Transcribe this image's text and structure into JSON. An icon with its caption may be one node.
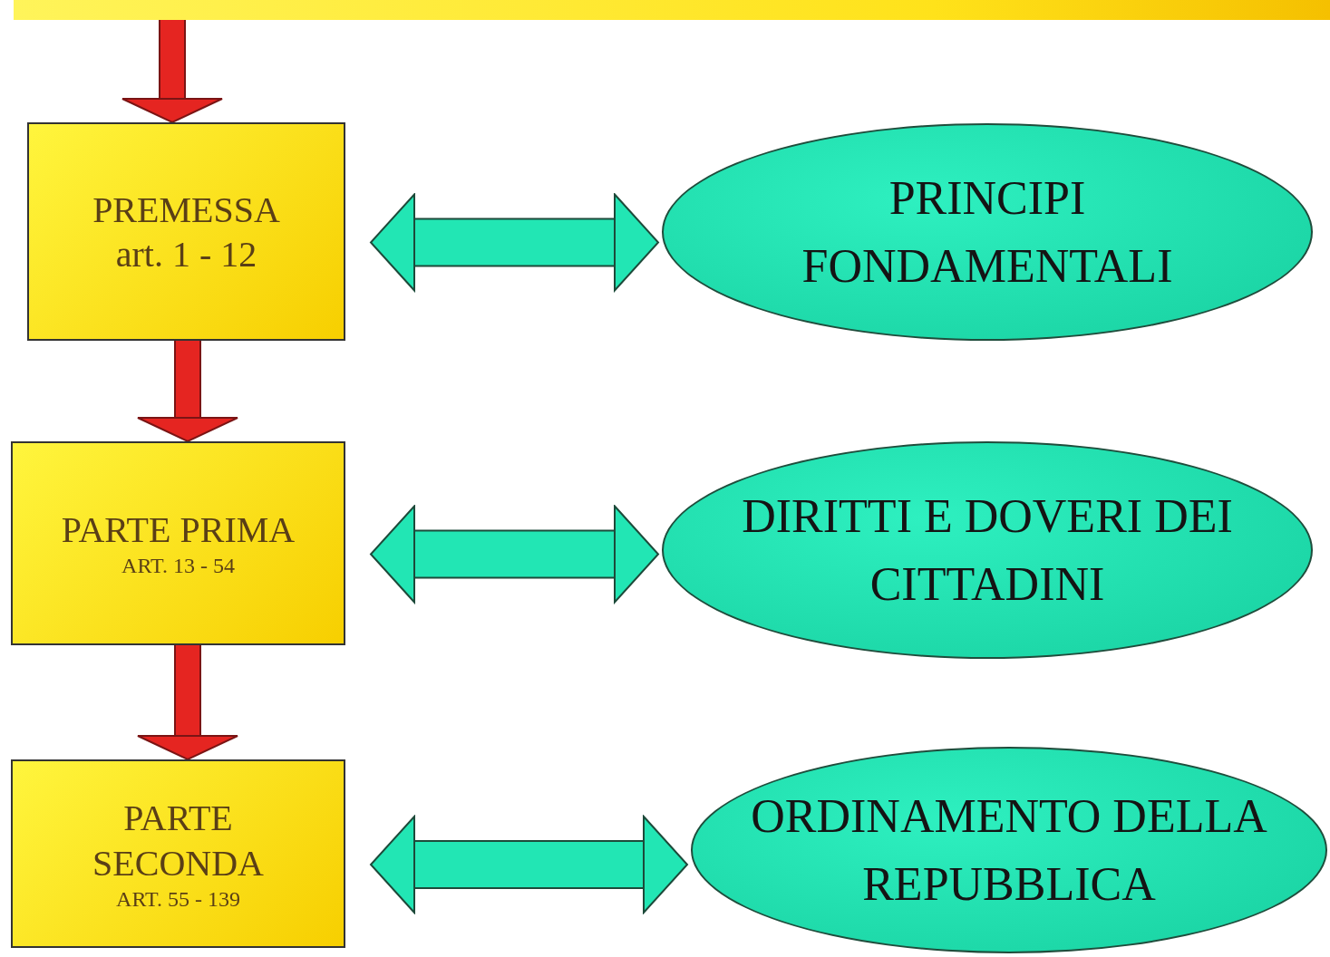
{
  "diagram": {
    "nodes": [
      {
        "text": [],
        "shape": "bar"
      },
      {
        "text": [
          "PREMESSA",
          "art. 1 - 12"
        ]
      },
      {
        "text": [
          "PRINCIPI FONDAMENTALI"
        ]
      },
      {
        "text": [
          "PARTE PRIMA",
          "ART. 13 - 54"
        ]
      },
      {
        "text": [
          "DIRITTI E DOVERI DEI CITTADINI"
        ]
      },
      {
        "text": [
          "PARTE SECONDA",
          "ART. 55 - 139"
        ]
      },
      {
        "text": [
          "ORDINAMENTO DELLA REPUBBLICA"
        ]
      }
    ],
    "edges": [
      {
        "from": 0,
        "to": 1,
        "arrow": "to"
      },
      {
        "from": 1,
        "to": 3,
        "arrow": "to"
      },
      {
        "from": 3,
        "to": 5,
        "arrow": "to"
      },
      {
        "from": 1,
        "to": 2,
        "arrow": "both",
        "color": "#22e6b4"
      },
      {
        "from": 3,
        "to": 4,
        "arrow": "both",
        "color": "#22e6b4"
      },
      {
        "from": 5,
        "to": 6,
        "arrow": "both",
        "color": "#22e6b4"
      }
    ]
  }
}
